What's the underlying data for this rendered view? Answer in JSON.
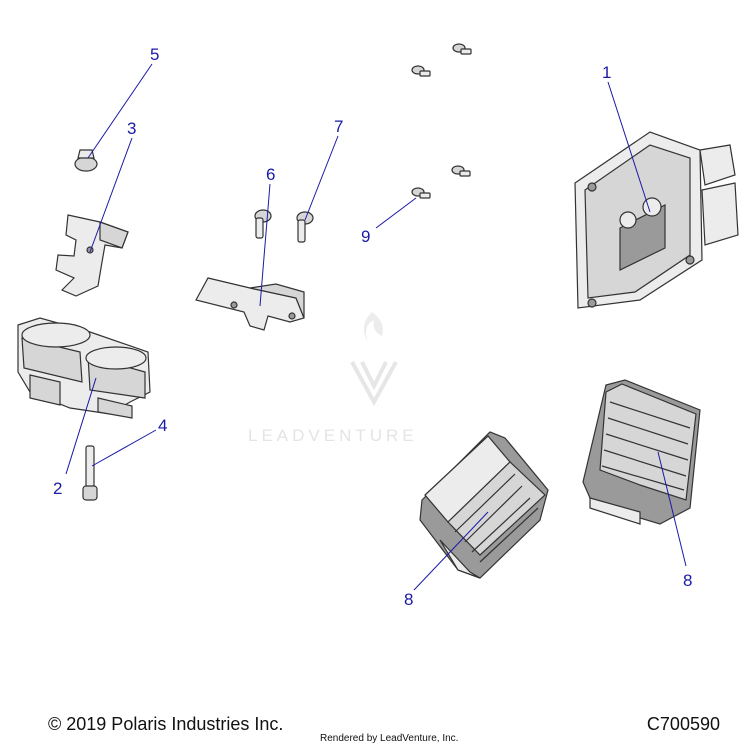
{
  "callouts": {
    "c1": "1",
    "c2": "2",
    "c3": "3",
    "c4": "4",
    "c5": "5",
    "c6": "6",
    "c7": "7",
    "c8a": "8",
    "c8b": "8",
    "c9": "9"
  },
  "watermark": {
    "text": "LEADVENTURE"
  },
  "footer": {
    "copyright": "© 2019 Polaris Industries Inc.",
    "rendered_by": "Rendered by LeadVenture, Inc.",
    "drawing_code": "C700590"
  },
  "colors": {
    "callout": "#1a1aa6",
    "line_art": "#333333",
    "part_fill": "#d6d6d6"
  }
}
